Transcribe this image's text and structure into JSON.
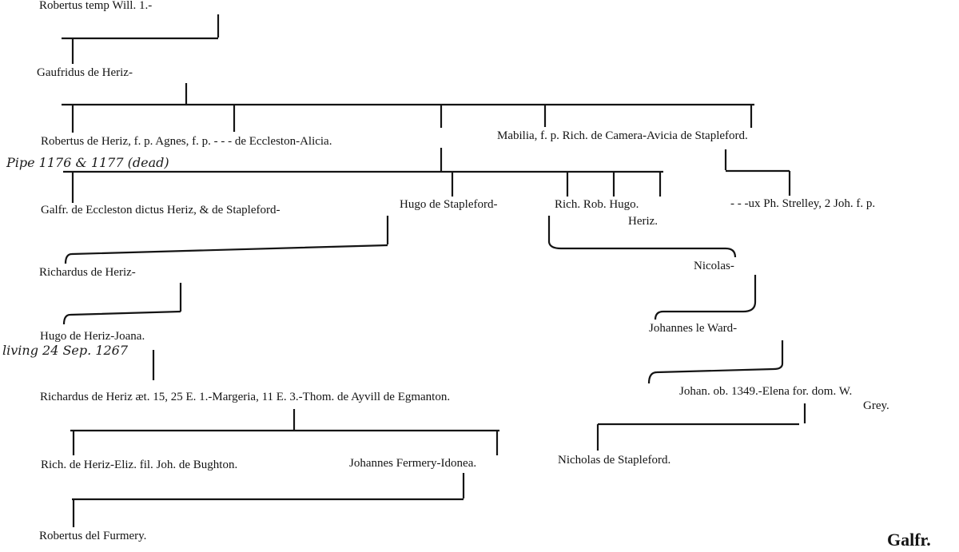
{
  "pedigree": {
    "gen1": {
      "robertus": "Robertus temp Will. 1.-"
    },
    "gen2": {
      "gaufridus": "Gaufridus de Heriz-"
    },
    "gen3": {
      "robertus": "Robertus de Heriz, f. p. Agnes, f. p. - - - de Eccleston-Alicia.",
      "mabilia": "Mabilia, f. p. Rich. de Camera-Avicia de Stapleford."
    },
    "gen4": {
      "galfr": "Galfr. de Eccleston dictus Heriz, & de Stapleford-",
      "hugo": "Hugo de Stapleford-",
      "sons_line1": "Rich. Rob. Hugo.",
      "sons_line2": "Heriz.",
      "strelley": "- - -ux Ph. Strelley, 2 Joh. f. p."
    },
    "gen5": {
      "richardus": "Richardus de Heriz-",
      "nicolas": "Nicolas-"
    },
    "gen6": {
      "hugo": "Hugo de Heriz-Joana.",
      "johannes": "Johannes le Ward-"
    },
    "gen7": {
      "richardus": "Richardus de Heriz æt. 15, 25 E. 1.-Margeria, 11 E. 3.-Thom. de Ayvill de Egmanton.",
      "johan_line1": "Johan. ob. 1349.-Elena for. dom. W.",
      "johan_line2": "Grey."
    },
    "gen8": {
      "rich": "Rich. de Heriz-Eliz. fil. Joh. de Bughton.",
      "johannes": "Johannes Fermery-Idonea.",
      "nicholas": "Nicholas de Stapleford."
    },
    "gen9": {
      "robertus": "Robertus del Furmery."
    },
    "catchword": "Galfr."
  },
  "annotations": {
    "note1": "Pipe 1176 & 1177 (dead)",
    "note2": "living 24 Sep. 1267"
  }
}
